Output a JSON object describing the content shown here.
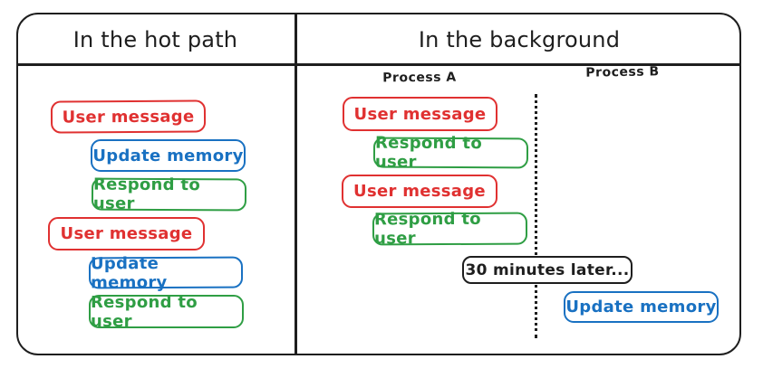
{
  "panels": {
    "hot_path": {
      "title": "In the hot path",
      "boxes": [
        {
          "label": "User message",
          "color": "red"
        },
        {
          "label": "Update memory",
          "color": "blue"
        },
        {
          "label": "Respond to user",
          "color": "green"
        },
        {
          "label": "User message",
          "color": "red"
        },
        {
          "label": "Update memory",
          "color": "blue"
        },
        {
          "label": "Respond to user",
          "color": "green"
        }
      ]
    },
    "background": {
      "title": "In the background",
      "process_a": {
        "label": "Process A",
        "boxes": [
          {
            "label": "User message",
            "color": "red"
          },
          {
            "label": "Respond to user",
            "color": "green"
          },
          {
            "label": "User message",
            "color": "red"
          },
          {
            "label": "Respond to user",
            "color": "green"
          }
        ]
      },
      "process_b": {
        "label": "Process B",
        "boxes": [
          {
            "label": "Update memory",
            "color": "blue"
          }
        ]
      },
      "interlude": {
        "label": "30 minutes later...",
        "color": "black"
      }
    }
  },
  "colors": {
    "red": "#e03131",
    "blue": "#1971c2",
    "green": "#2f9e44",
    "black": "#1e1e1e",
    "background": "#ffffff"
  }
}
